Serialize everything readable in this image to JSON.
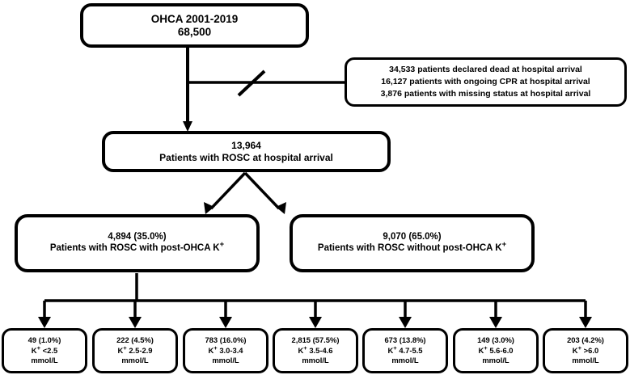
{
  "chart_data": {
    "type": "diagram",
    "title": "OHCA 2001-2019 patient flow diagram",
    "nodes": [
      {
        "id": "root",
        "lines": [
          "OHCA 2001-2019",
          "68,500"
        ]
      },
      {
        "id": "excluded",
        "lines": [
          "34,533 patients declared dead at hospital arrival",
          "16,127 patients with ongoing CPR at hospital arrival",
          "3,876 patients with missing status at hospital arrival"
        ]
      },
      {
        "id": "rosc",
        "lines": [
          "13,964",
          "Patients with ROSC at hospital arrival"
        ]
      },
      {
        "id": "with_k",
        "lines": [
          "4,894 (35.0%)",
          "Patients with ROSC with post-OHCA K+"
        ]
      },
      {
        "id": "without_k",
        "lines": [
          "9,070 (65.0%)",
          "Patients with ROSC without post-OHCA K+"
        ]
      }
    ],
    "bins": [
      {
        "count": 49,
        "percent": 1.0,
        "range": "<2.5",
        "unit": "mmol/L"
      },
      {
        "count": 222,
        "percent": 4.5,
        "range": "2.5-2.9",
        "unit": "mmol/L"
      },
      {
        "count": 783,
        "percent": 16.0,
        "range": "3.0-3.4",
        "unit": "mmol/L"
      },
      {
        "count": 2815,
        "percent": 57.5,
        "range": "3.5-4.6",
        "unit": "mmol/L"
      },
      {
        "count": 673,
        "percent": 13.8,
        "range": "4.7-5.5",
        "unit": "mmol/L"
      },
      {
        "count": 149,
        "percent": 3.0,
        "range": "5.6-6.0",
        "unit": "mmol/L"
      },
      {
        "count": 203,
        "percent": 4.2,
        "range": ">6.0",
        "unit": "mmol/L"
      }
    ],
    "colors": {
      "stroke": "#000000",
      "fill": "#ffffff",
      "text": "#000000"
    }
  },
  "root": {
    "line1": "OHCA 2001-2019",
    "line2": "68,500"
  },
  "excluded": {
    "line1": "34,533 patients declared dead at hospital arrival",
    "line2": "16,127 patients with ongoing CPR at hospital arrival",
    "line3": "3,876 patients with missing status at hospital arrival"
  },
  "rosc": {
    "line1": "13,964",
    "line2": "Patients with ROSC at hospital arrival"
  },
  "with_k": {
    "line1": "4,894 (35.0%)",
    "line2_pre": "Patients with ROSC with post-OHCA K",
    "line2_sup": "+"
  },
  "without_k": {
    "line1": "9,070 (65.0%)",
    "line2_pre": "Patients with ROSC without post-OHCA K",
    "line2_sup": "+"
  },
  "bins": [
    {
      "count": "49 (1.0%)",
      "k": "K",
      "sup": "+",
      "range": " <2.5",
      "unit": "mmol/L"
    },
    {
      "count": "222 (4.5%)",
      "k": "K",
      "sup": "+",
      "range": " 2.5-2.9",
      "unit": "mmol/L"
    },
    {
      "count": "783 (16.0%)",
      "k": "K",
      "sup": "+",
      "range": " 3.0-3.4",
      "unit": "mmol/L"
    },
    {
      "count": "2,815 (57.5%)",
      "k": "K",
      "sup": "+",
      "range": " 3.5-4.6",
      "unit": "mmol/L"
    },
    {
      "count": "673 (13.8%)",
      "k": "K",
      "sup": "+",
      "range": " 4.7-5.5",
      "unit": "mmol/L"
    },
    {
      "count": "149 (3.0%)",
      "k": "K",
      "sup": "+",
      "range": " 5.6-6.0",
      "unit": "mmol/L"
    },
    {
      "count": "203 (4.2%)",
      "k": "K",
      "sup": "+",
      "range": " >6.0",
      "unit": "mmol/L"
    }
  ]
}
